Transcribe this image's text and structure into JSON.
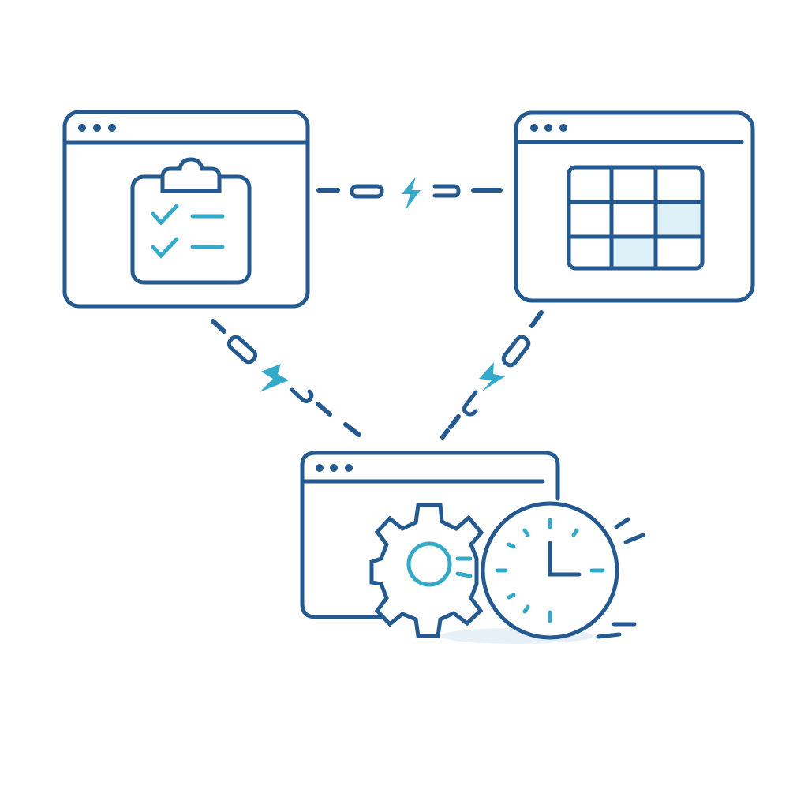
{
  "colors": {
    "primary": "#245a8f",
    "accent": "#34a9c9",
    "cell_tint": "#dff1f8",
    "shadow": "#e6f0f6"
  },
  "windows": [
    {
      "id": "checklist-window",
      "icon": "clipboard-checklist-icon"
    },
    {
      "id": "table-window",
      "icon": "table-grid-icon"
    },
    {
      "id": "automation-window",
      "icon": "gear-clock-icon"
    }
  ],
  "connectors": [
    {
      "from": "checklist-window",
      "to": "table-window",
      "icon": "lightning-bolt-icon"
    },
    {
      "from": "checklist-window",
      "to": "automation-window",
      "icon": "lightning-bolt-icon"
    },
    {
      "from": "table-window",
      "to": "automation-window",
      "icon": "lightning-bolt-icon"
    }
  ]
}
